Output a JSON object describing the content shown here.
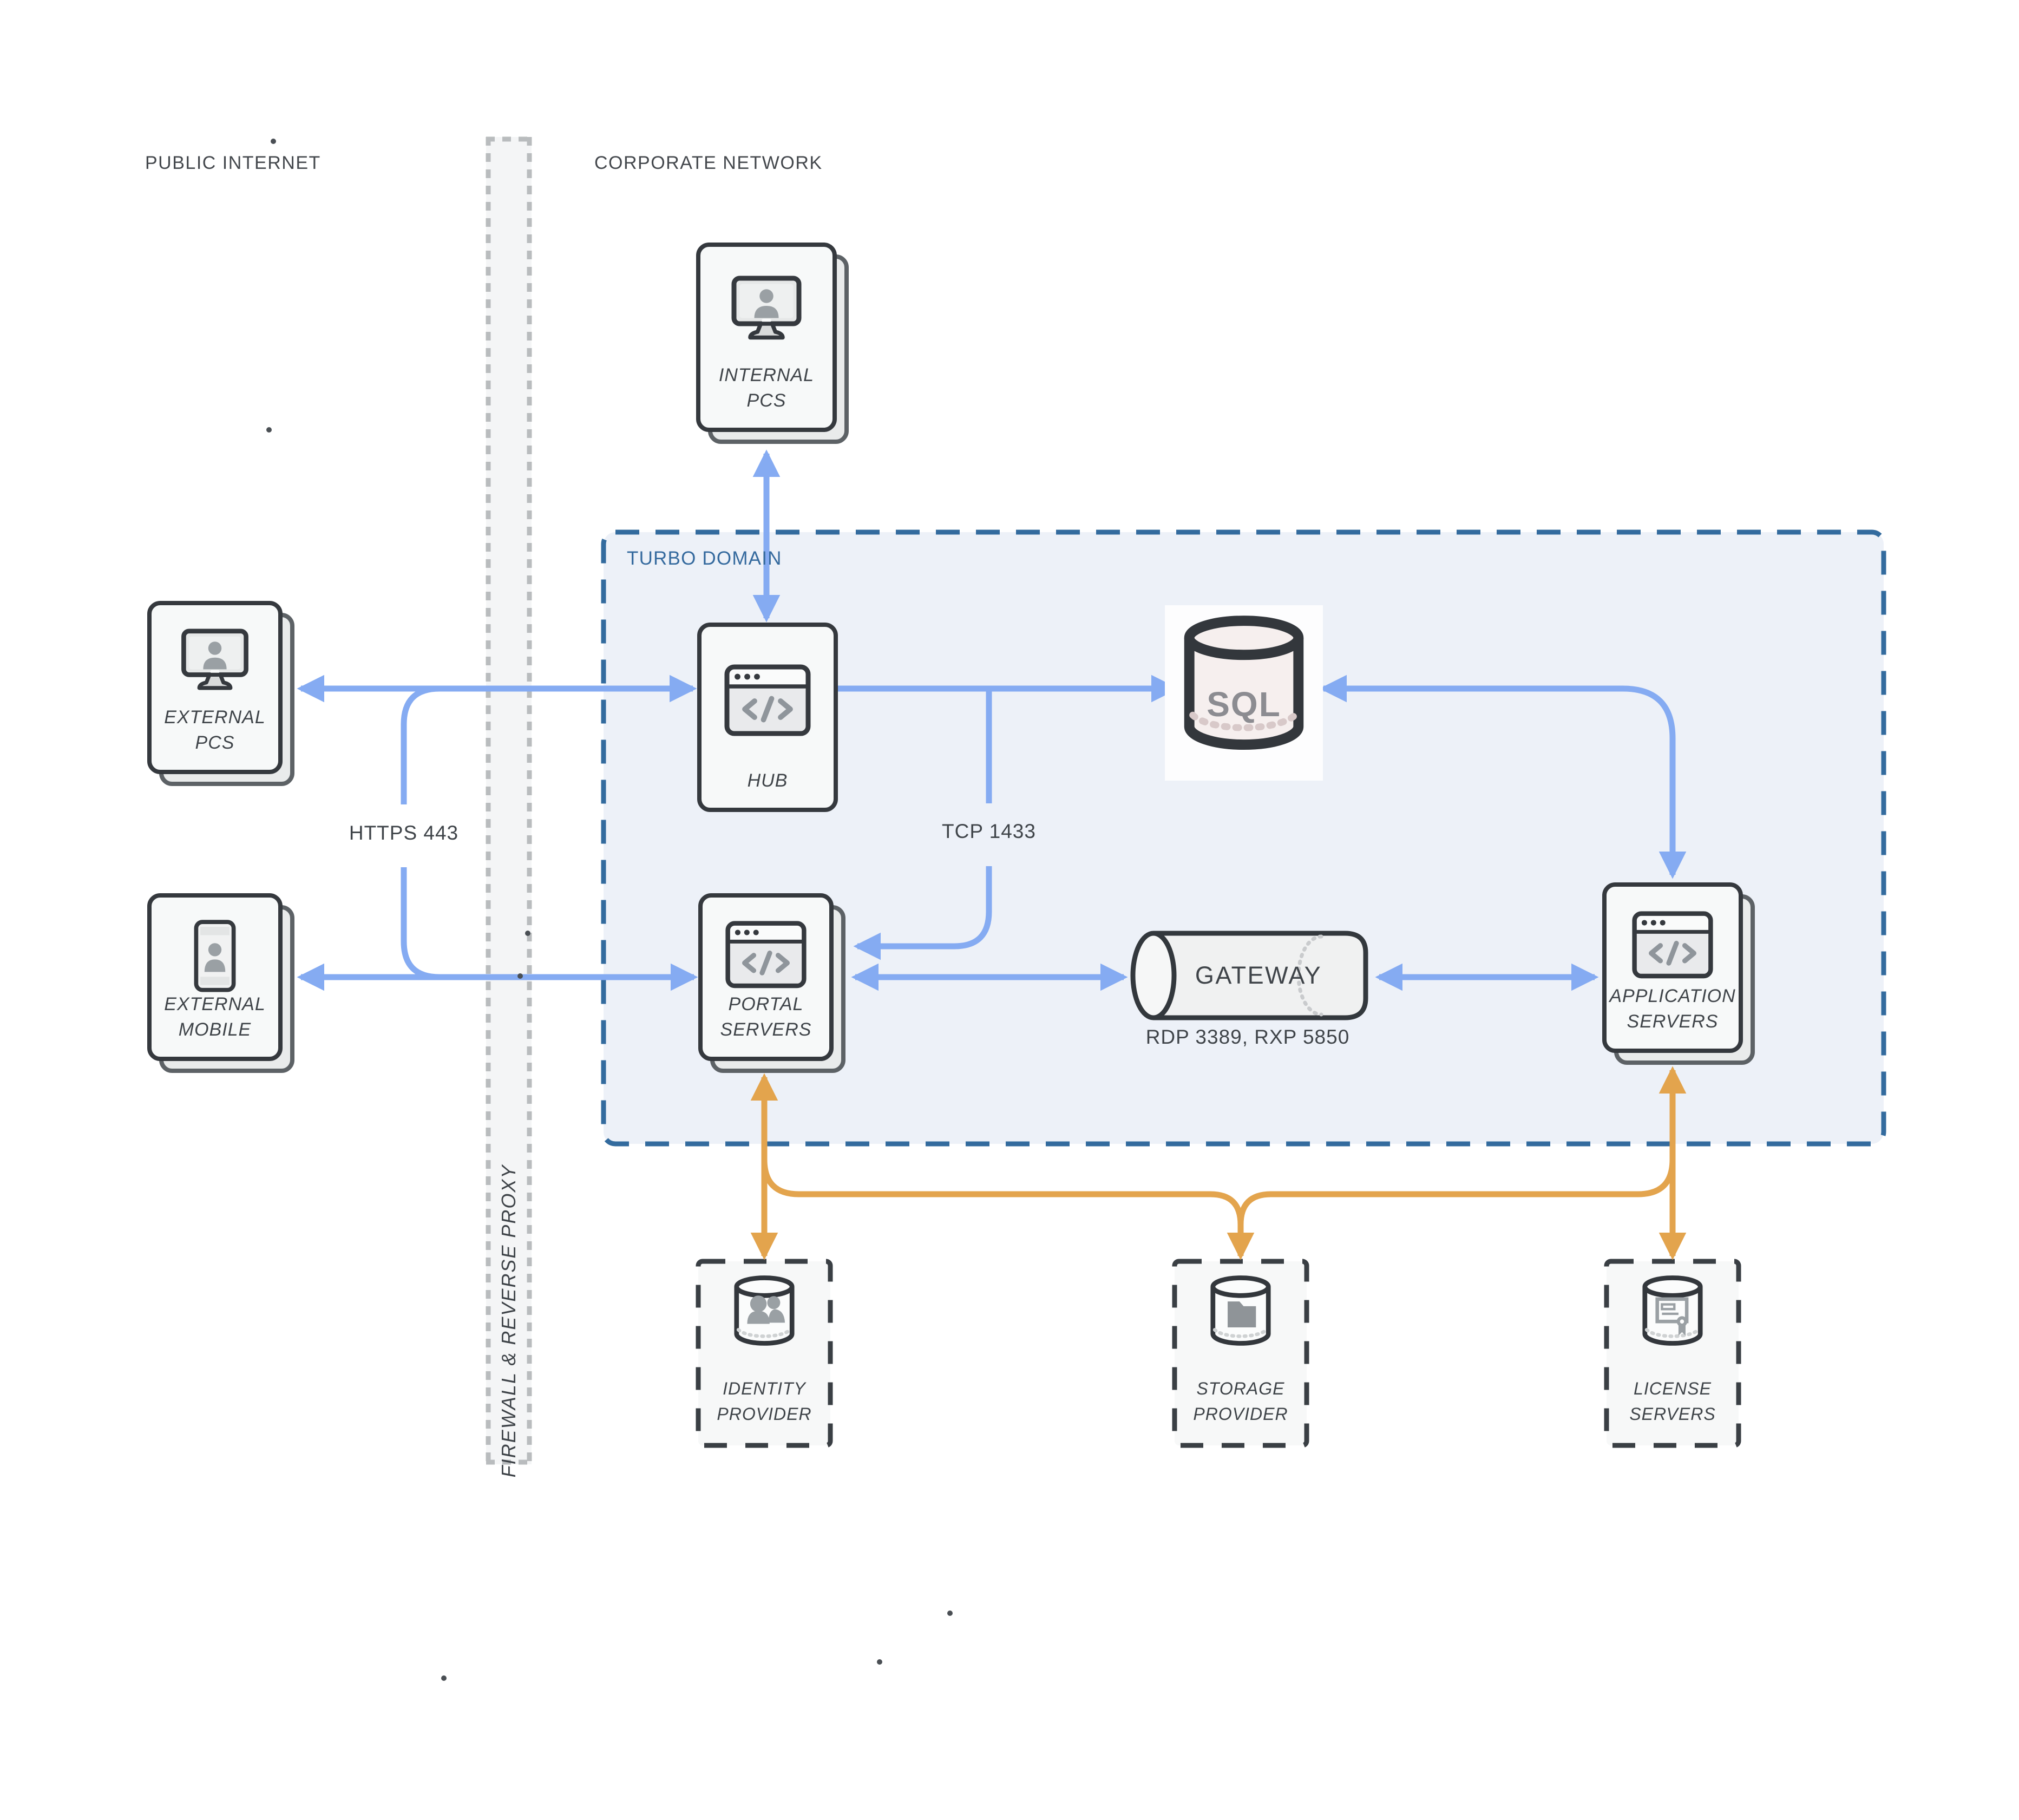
{
  "zones": {
    "public_internet": {
      "label": "PUBLIC INTERNET"
    },
    "corporate_network": {
      "label": "CORPORATE NETWORK"
    },
    "firewall": {
      "label": "FIREWALL & REVERSE PROXY"
    },
    "turbo_domain": {
      "label": "TURBO DOMAIN"
    }
  },
  "nodes": {
    "internal_pcs": {
      "line1": "INTERNAL",
      "line2": "PCS"
    },
    "external_pcs": {
      "line1": "EXTERNAL",
      "line2": "PCS"
    },
    "external_mobile": {
      "line1": "EXTERNAL",
      "line2": "MOBILE"
    },
    "hub": {
      "line1": "HUB"
    },
    "portal_servers": {
      "line1": "PORTAL",
      "line2": "SERVERS"
    },
    "application_servers": {
      "line1": "APPLICATION",
      "line2": "SERVERS"
    },
    "sql": {
      "label": "SQL"
    },
    "gateway": {
      "label": "GATEWAY"
    },
    "identity_provider": {
      "line1": "IDENTITY",
      "line2": "PROVIDER"
    },
    "storage_provider": {
      "line1": "STORAGE",
      "line2": "PROVIDER"
    },
    "license_servers": {
      "line1": "LICENSE",
      "line2": "SERVERS"
    }
  },
  "edge_labels": {
    "https": "HTTPS 443",
    "tcp": "TCP 1433",
    "rdp": "RDP 3389, RXP 5850"
  },
  "colors": {
    "blue_arrow": "#85abf2",
    "orange_arrow": "#e3a44d",
    "domain_border": "#336b9e",
    "domain_fill": "#edf1f8",
    "node_border": "#35393e",
    "text": "#3f4449"
  }
}
